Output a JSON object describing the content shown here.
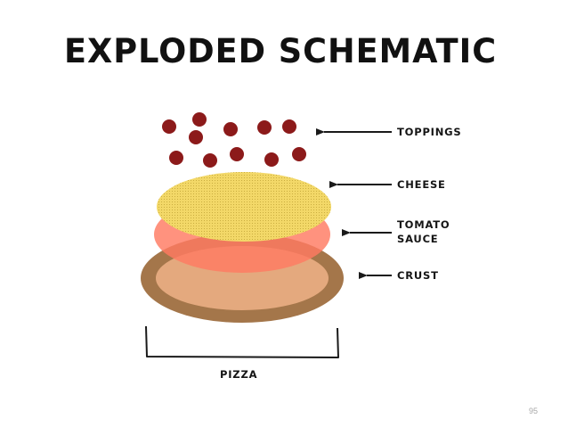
{
  "slide": {
    "title": "EXPLODED SCHEMATIC",
    "page_number": "95"
  },
  "labels": {
    "toppings": "TOPPINGS",
    "cheese": "CHEESE",
    "sauce_line1": "TOMATO",
    "sauce_line2": "SAUCE",
    "crust": "CRUST",
    "pizza": "PIZZA"
  },
  "colors": {
    "topping": "#8c1a1a",
    "cheese": "#f3d868",
    "cheese_dots": "#b89a2c",
    "sauce": "#ff7a62",
    "crust_outer": "#a4764a",
    "crust_inner": "#e4a97e",
    "arrow": "#1a1a1a"
  }
}
